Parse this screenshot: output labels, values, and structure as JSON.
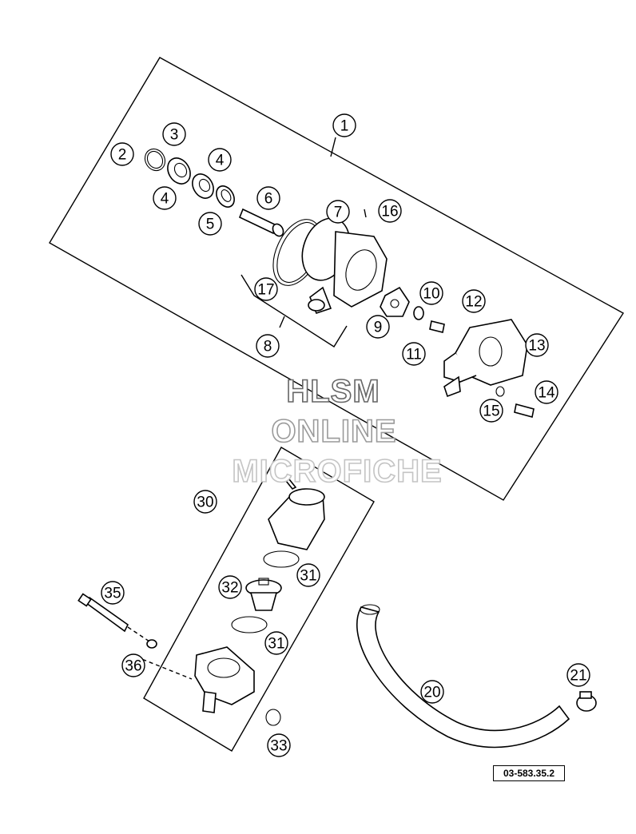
{
  "watermark": {
    "line1": "HLSM",
    "line2": "ONLINE",
    "line3": "MICROFICHE",
    "colors": [
      "#666666",
      "#9a9a9a",
      "#c4c4c4"
    ]
  },
  "reference_code": "03-583.35.2",
  "callouts": [
    {
      "id": "1",
      "label": "1"
    },
    {
      "id": "2",
      "label": "2"
    },
    {
      "id": "3",
      "label": "3"
    },
    {
      "id": "4a",
      "label": "4"
    },
    {
      "id": "4b",
      "label": "4"
    },
    {
      "id": "5",
      "label": "5"
    },
    {
      "id": "6",
      "label": "6"
    },
    {
      "id": "7",
      "label": "7"
    },
    {
      "id": "8",
      "label": "8"
    },
    {
      "id": "9",
      "label": "9"
    },
    {
      "id": "10",
      "label": "10"
    },
    {
      "id": "11",
      "label": "11"
    },
    {
      "id": "12",
      "label": "12"
    },
    {
      "id": "13",
      "label": "13"
    },
    {
      "id": "14",
      "label": "14"
    },
    {
      "id": "15",
      "label": "15"
    },
    {
      "id": "16",
      "label": "16"
    },
    {
      "id": "17",
      "label": "17"
    },
    {
      "id": "20",
      "label": "20"
    },
    {
      "id": "21",
      "label": "21"
    },
    {
      "id": "30",
      "label": "30"
    },
    {
      "id": "31a",
      "label": "31"
    },
    {
      "id": "31b",
      "label": "31"
    },
    {
      "id": "32",
      "label": "32"
    },
    {
      "id": "33",
      "label": "33"
    },
    {
      "id": "35",
      "label": "35"
    },
    {
      "id": "36",
      "label": "36"
    }
  ]
}
